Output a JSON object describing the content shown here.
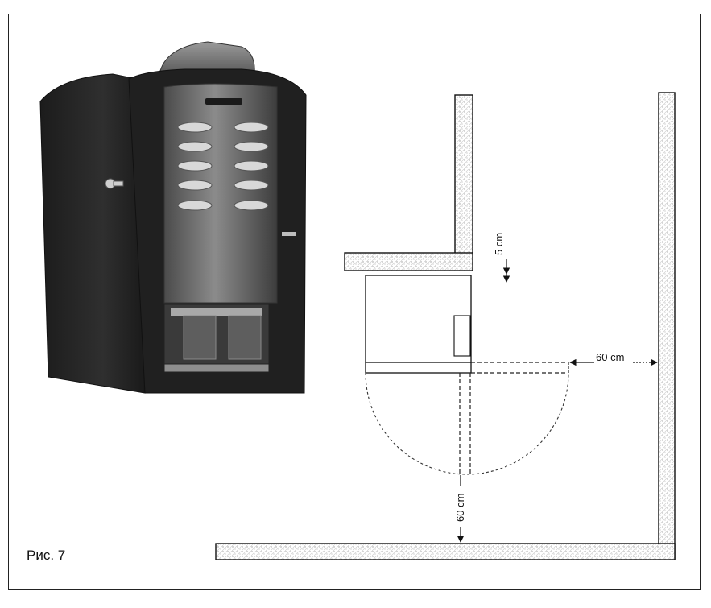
{
  "figure": {
    "caption": "Рис. 7",
    "dimensions": {
      "top_gap": "5 cm",
      "side_gap": "60 cm",
      "front_gap": "60 cm"
    },
    "colors": {
      "wall_hatch": "#9a9a9a",
      "machine_body": "#2a2a2a",
      "machine_panel": "#6d6d6d",
      "line": "#111111"
    }
  }
}
